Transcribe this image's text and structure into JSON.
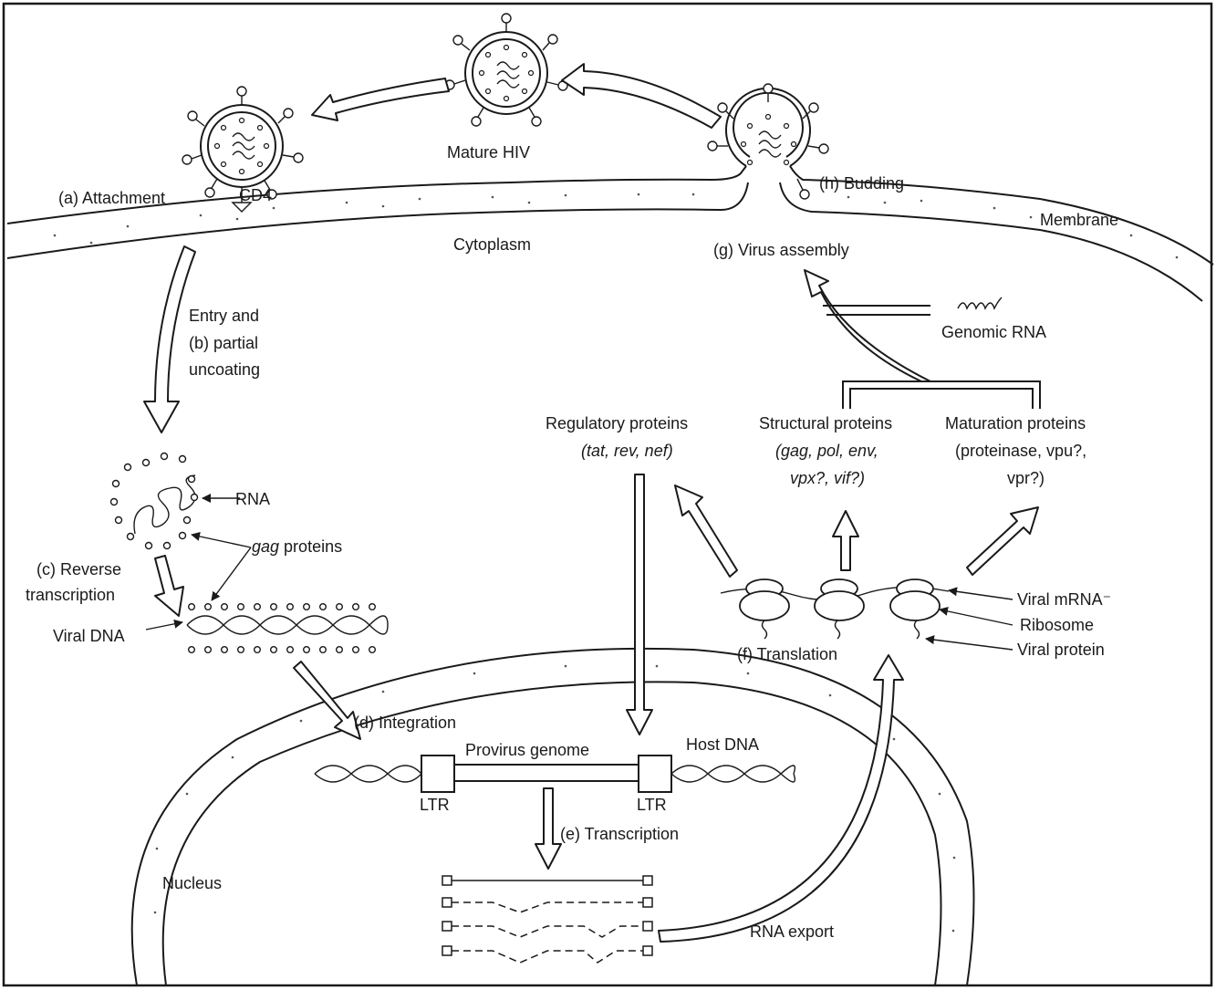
{
  "labels": {
    "mature_hiv": "Mature HIV",
    "attachment": "(a) Attachment",
    "cd4": "CD4",
    "budding": "(h) Budding",
    "membrane": "Membrane",
    "cytoplasm": "Cytoplasm",
    "virus_assembly": "(g) Virus assembly",
    "genomic_rna": "Genomic RNA",
    "entry_1": "Entry and",
    "entry_2": "(b) partial",
    "entry_3": "uncoating",
    "rna": "RNA",
    "gag_proteins_italic": "gag",
    "gag_proteins_rest": " proteins",
    "reverse_1": "(c) Reverse",
    "reverse_2": "transcription",
    "viral_dna": "Viral DNA",
    "regulatory": "Regulatory proteins",
    "regulatory_genes": "(tat, rev, nef)",
    "structural": "Structural proteins",
    "structural_genes_1": "(gag, pol, env,",
    "structural_genes_2": "vpx?, vif?)",
    "maturation": "Maturation proteins",
    "maturation_genes_1": "(proteinase, vpu?,",
    "maturation_genes_2": "vpr?)",
    "viral_mrna": "Viral mRNA⁻",
    "ribosome": "Ribosome",
    "viral_protein": "Viral protein",
    "translation": "(f) Translation",
    "integration": "(d) Integration",
    "provirus": "Provirus genome",
    "host_dna": "Host DNA",
    "ltr_left": "LTR",
    "ltr_right": "LTR",
    "transcription": "(e) Transcription",
    "nucleus": "Nucleus",
    "rna_export": "RNA export"
  }
}
